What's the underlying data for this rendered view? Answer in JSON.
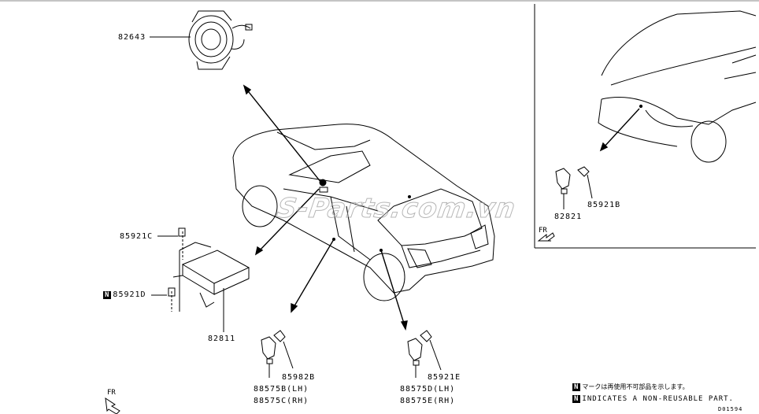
{
  "parts": {
    "p82643": "82643",
    "p85921C": "85921C",
    "p85921D": "85921D",
    "p82811": "82811",
    "p85982B": "85982B",
    "p88575B": "88575B(LH)",
    "p88575C": "88575C(RH)",
    "p85921E": "85921E",
    "p88575D": "88575D(LH)",
    "p88575E": "88575E(RH)",
    "p82821": "82821",
    "p85921B": "85921B"
  },
  "markers": {
    "n": "N"
  },
  "notes": {
    "japanese": "マークは再使用不可部品を示します。",
    "english": "INDICATES A NON-REUSABLE PART."
  },
  "diagram_code": "D01594",
  "fr_label": "FR",
  "watermark": "S-Parts.com.vn"
}
